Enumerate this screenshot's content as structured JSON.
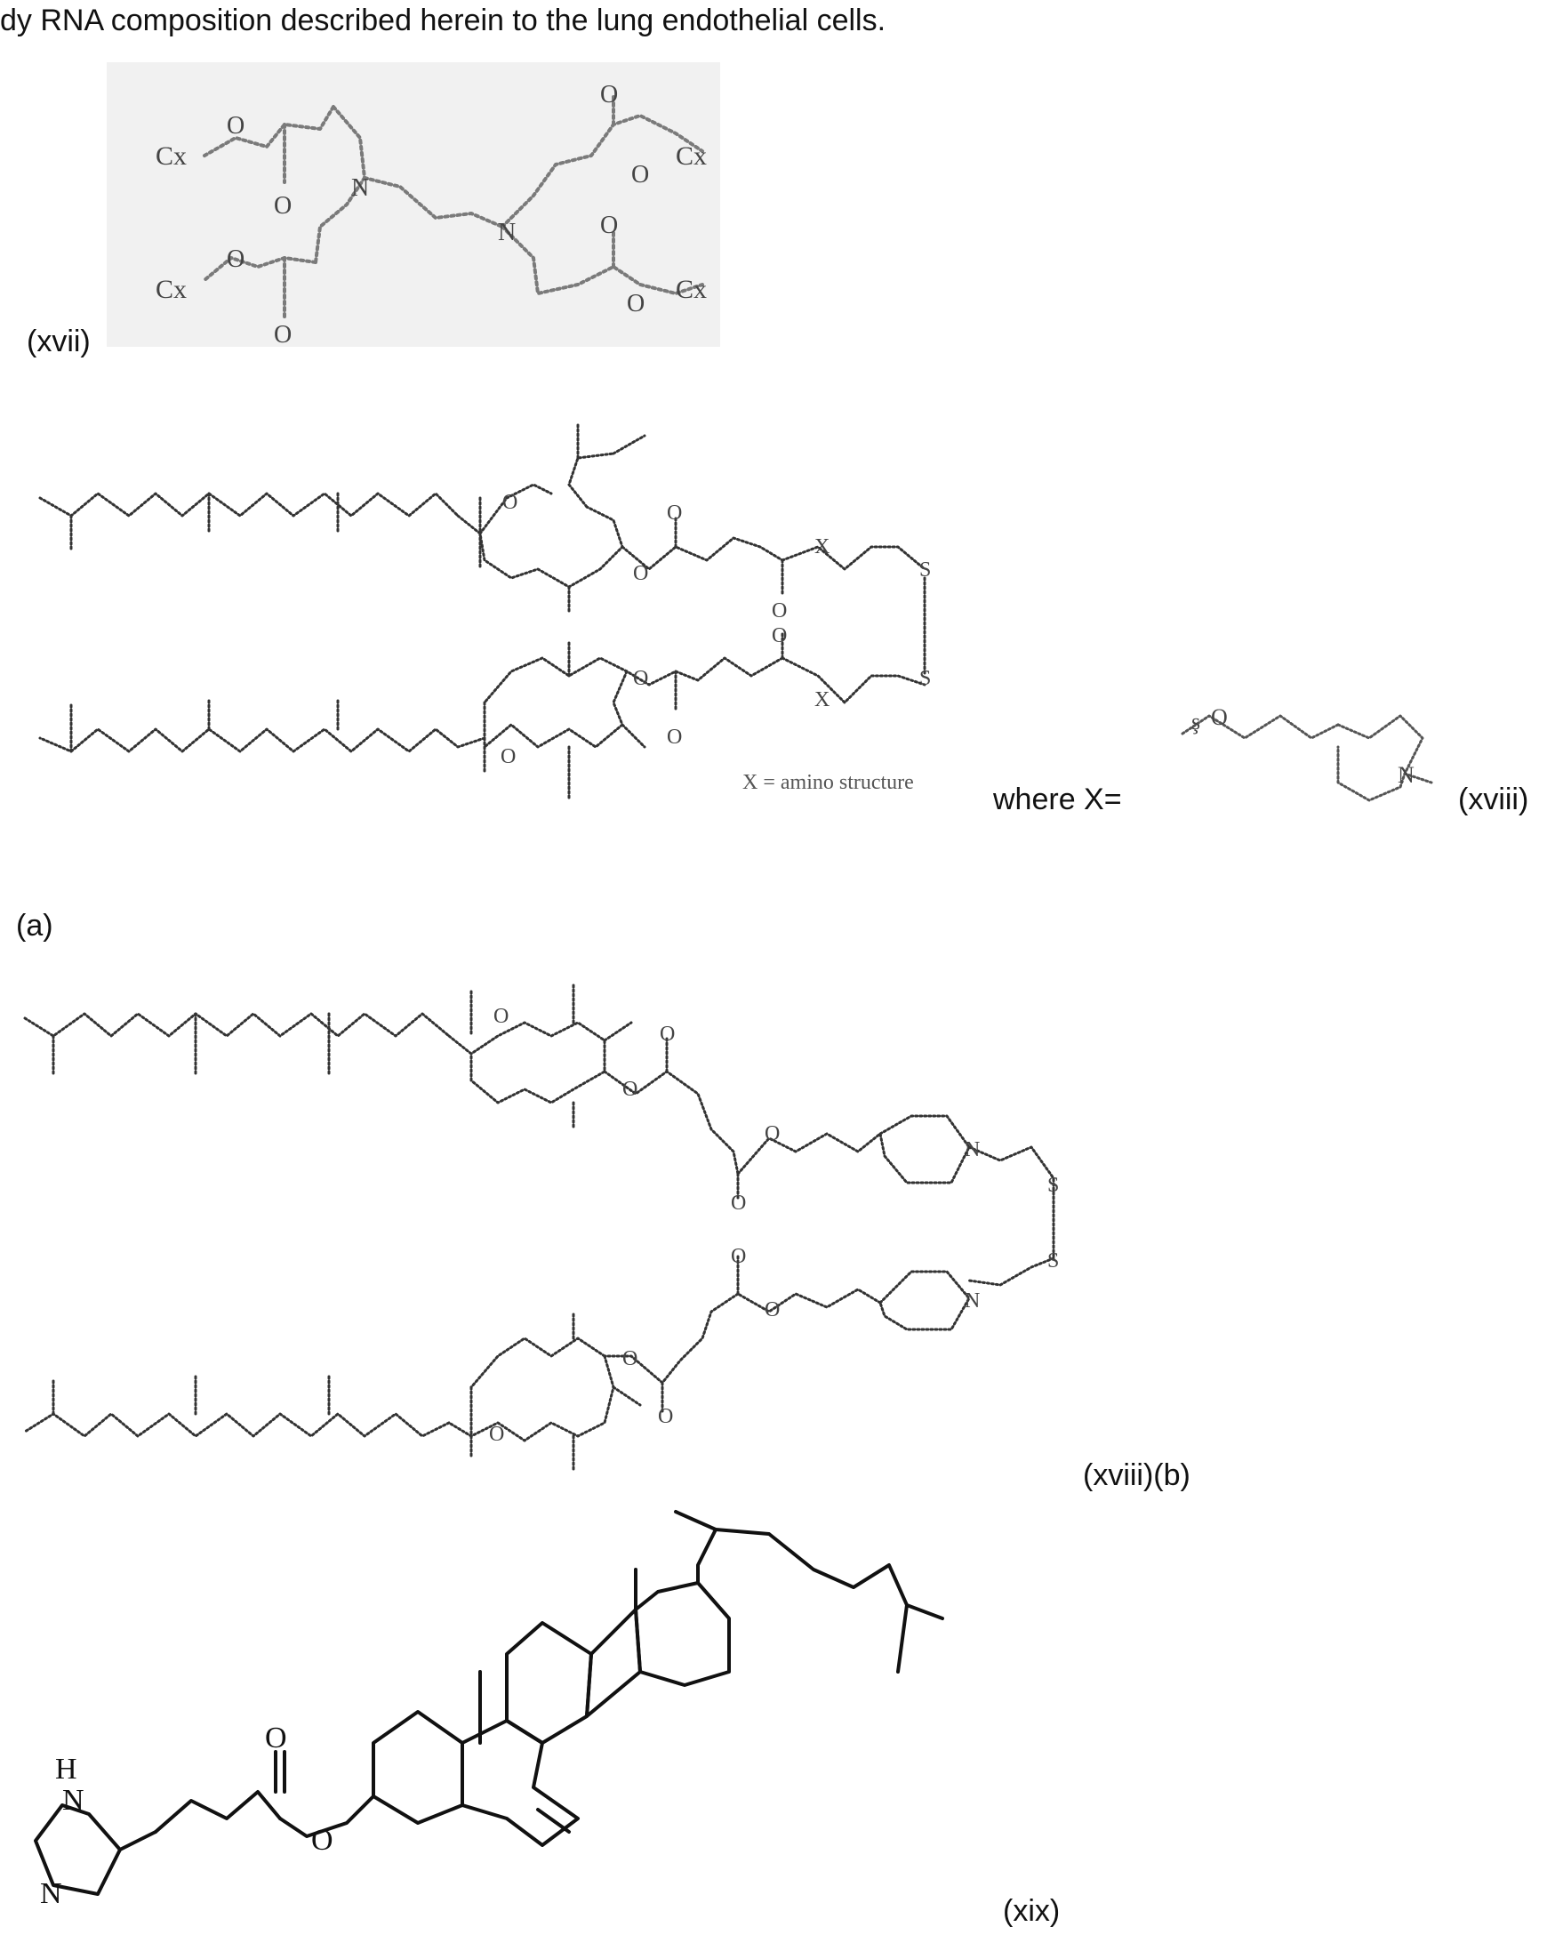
{
  "intro_text": "dy RNA composition described herein to the lung endothelial cells.",
  "labels": {
    "xvii": "(xvii)",
    "a": "(a)",
    "x_note": "X = amino structure",
    "where_x": "where X=",
    "xviii": "(xviii)",
    "xviii_b": "(xviii)(b)",
    "xix": "(xix)"
  },
  "atoms": {
    "oxygen": "O",
    "nitrogen": "N",
    "sulfur": "S",
    "x": "X",
    "cx": "Cx",
    "h": "H"
  }
}
